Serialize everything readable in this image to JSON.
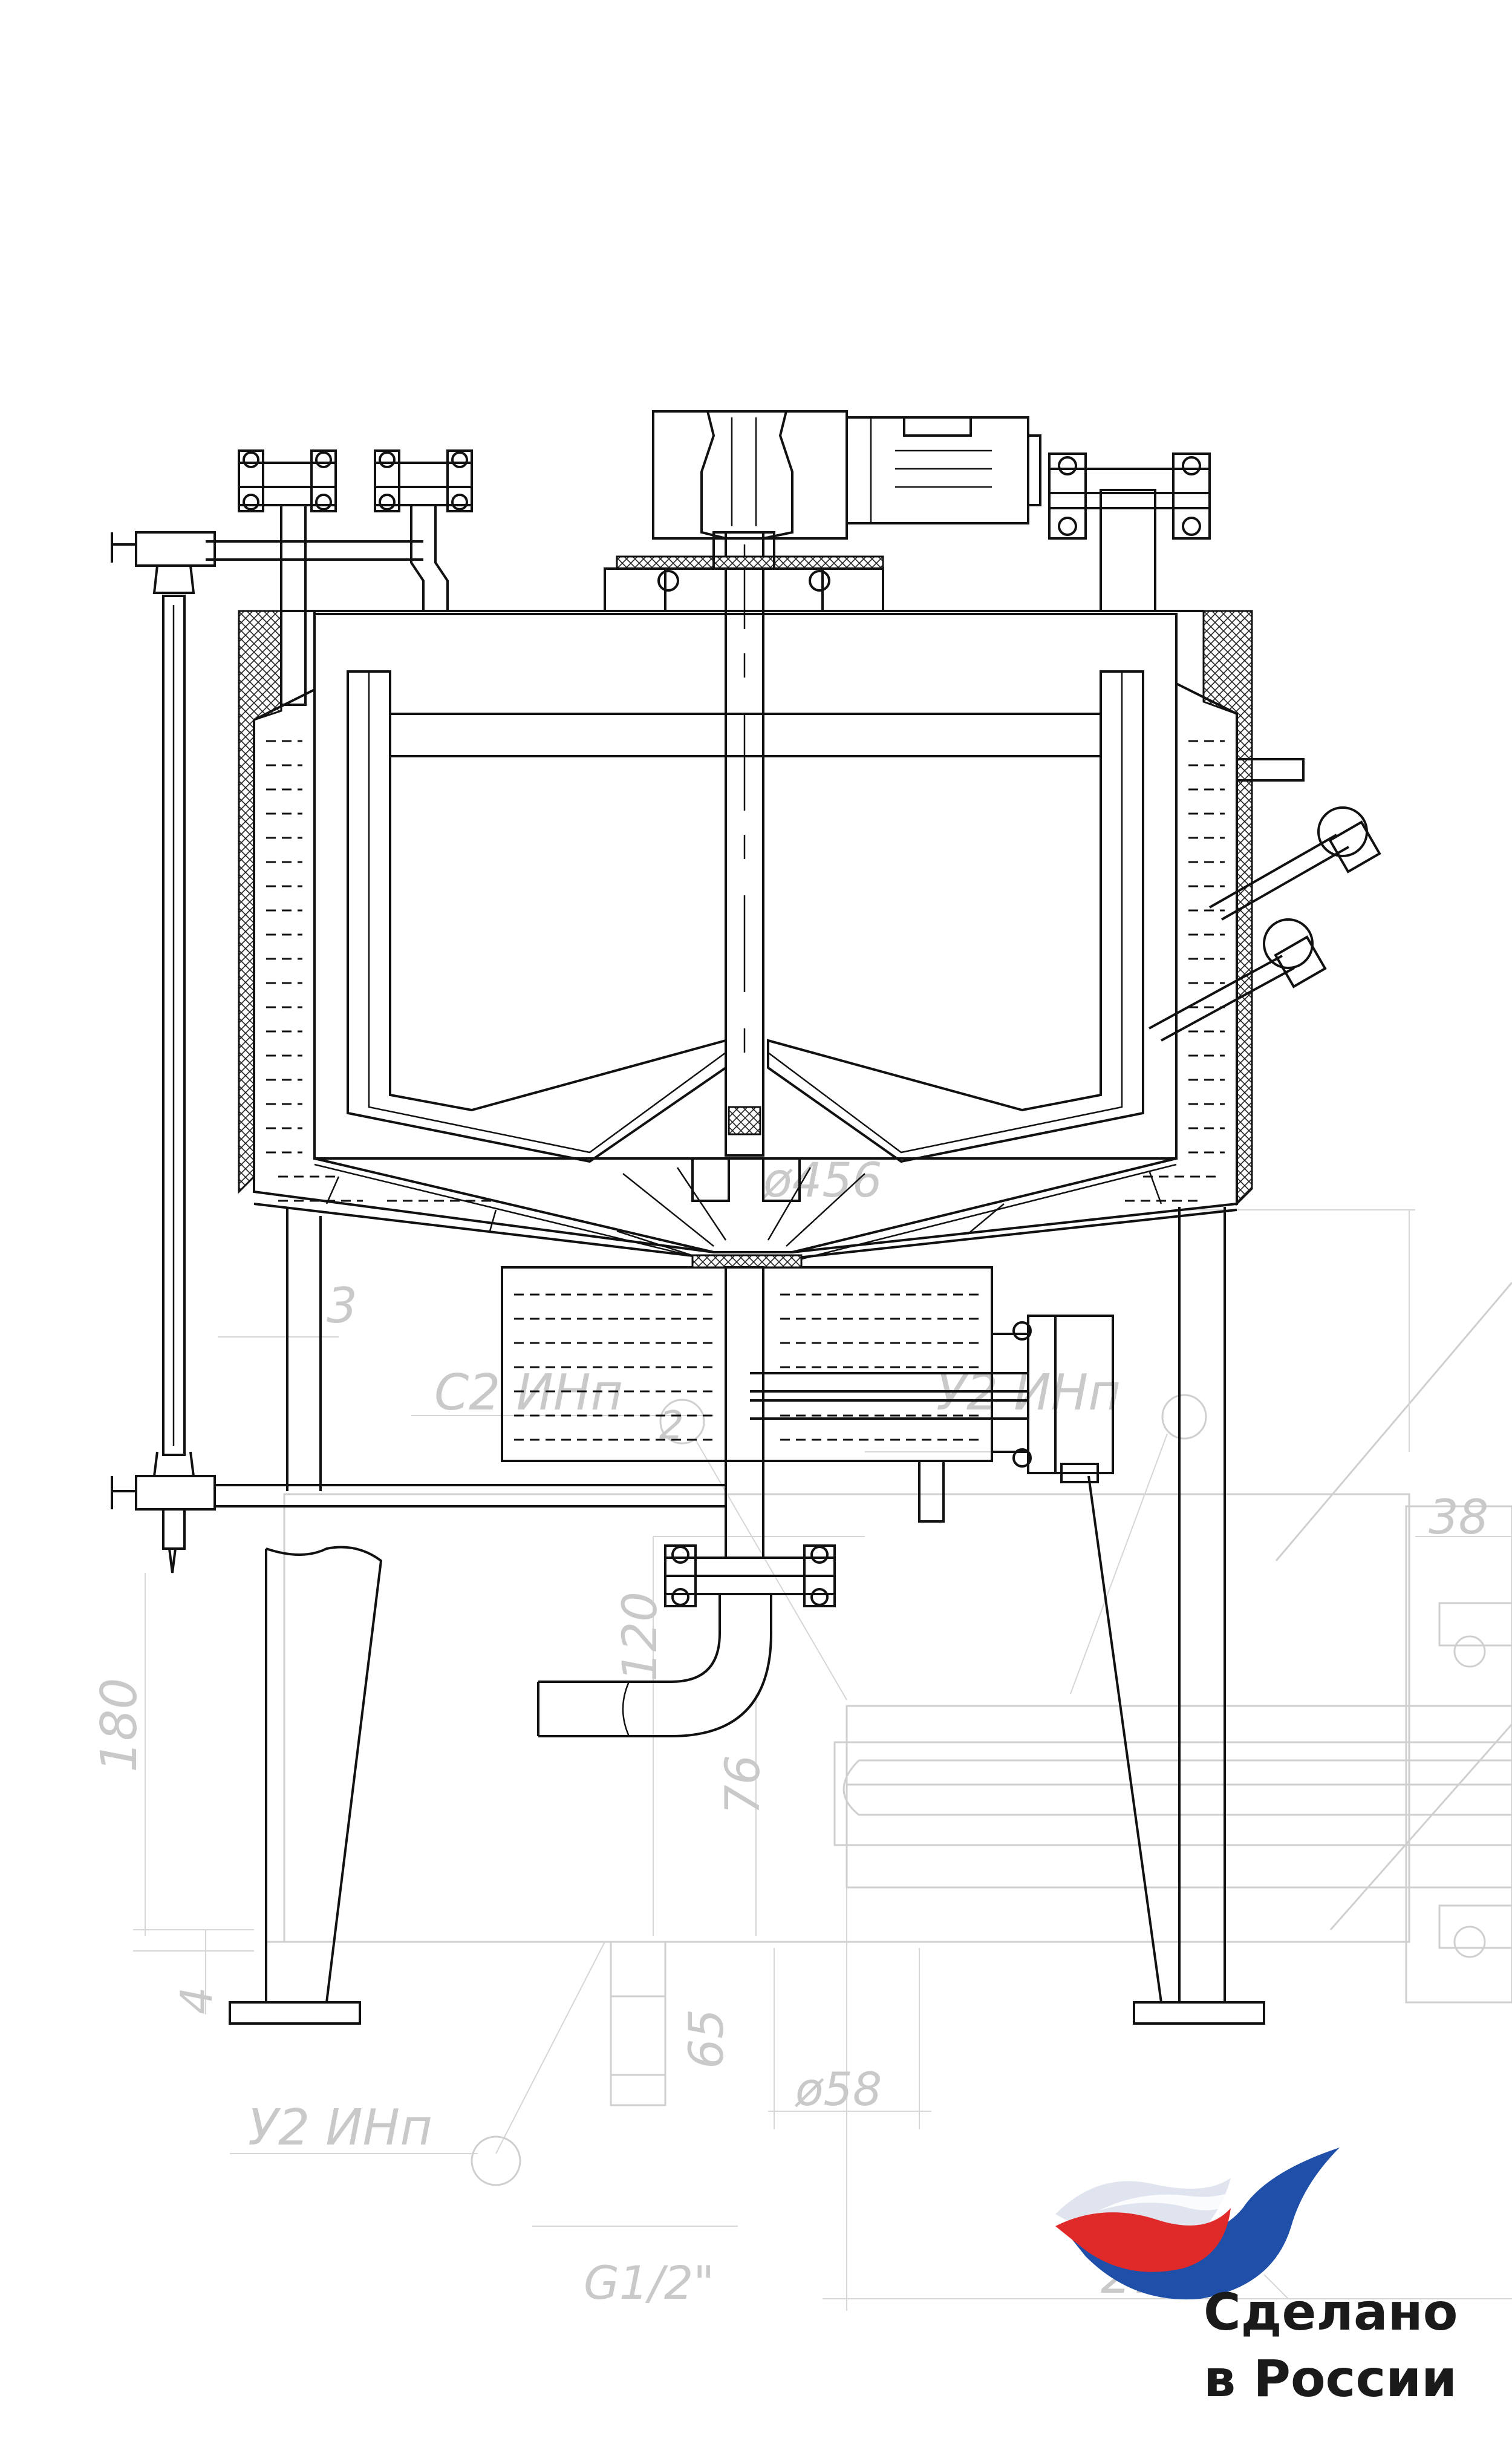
{
  "dimensions": {
    "d456": "ø456",
    "d3": "3",
    "c2": "С2 ИНп",
    "y2a": "У2 ИНп",
    "d38": "38",
    "d180": "180",
    "d120": "120",
    "d76": "76",
    "d4": "4",
    "d65": "65",
    "d58": "ø58",
    "y2b": "У2 ИНп",
    "g12": "G1/2\"",
    "d277": "277*",
    "callout2": "2"
  },
  "badge": {
    "line1": "Сделано",
    "line2": "в России",
    "colors": {
      "blue": "#1f4fa8",
      "red": "#e02a2a",
      "light": "#dfe4ee"
    }
  }
}
